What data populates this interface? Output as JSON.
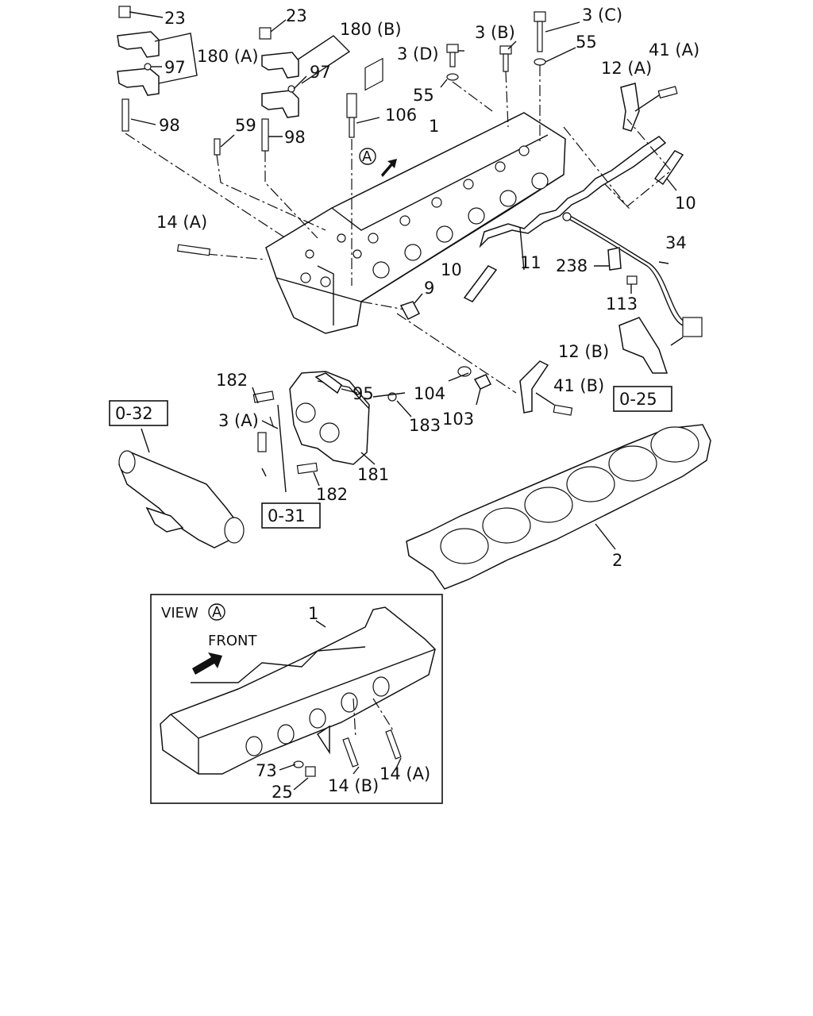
{
  "labels": {
    "p23a": "23",
    "p23b": "23",
    "p180a": "180 (A)",
    "p180b": "180 (B)",
    "p97a": "97",
    "p97b": "97",
    "p98a": "98",
    "p98b": "98",
    "p59": "59",
    "p106": "106",
    "p1": "1",
    "p3d": "3 (D)",
    "p3b": "3 (B)",
    "p3c": "3 (C)",
    "p55a": "55",
    "p55b": "55",
    "p41a": "41 (A)",
    "p12a": "12 (A)",
    "p10a": "10",
    "p14a": "14 (A)",
    "p11": "11",
    "p10b": "10",
    "p9": "9",
    "p238": "238",
    "p34": "34",
    "p113": "113",
    "p12b": "12 (B)",
    "p182a": "182",
    "p95": "95",
    "p104": "104",
    "p41b": "41 (B)",
    "p3a": "3 (A)",
    "p103": "103",
    "p183": "183",
    "p181": "181",
    "p182b": "182",
    "p2": "2"
  },
  "refs": {
    "r032": "0-32",
    "r031": "0-31",
    "r025": "0-25"
  },
  "view_marker": "A",
  "inset": {
    "title": "VIEW",
    "marker": "A",
    "front_label": "FRONT",
    "p1": "1",
    "p73": "73",
    "p25": "25",
    "p14b": "14 (B)",
    "p14a": "14 (A)"
  }
}
